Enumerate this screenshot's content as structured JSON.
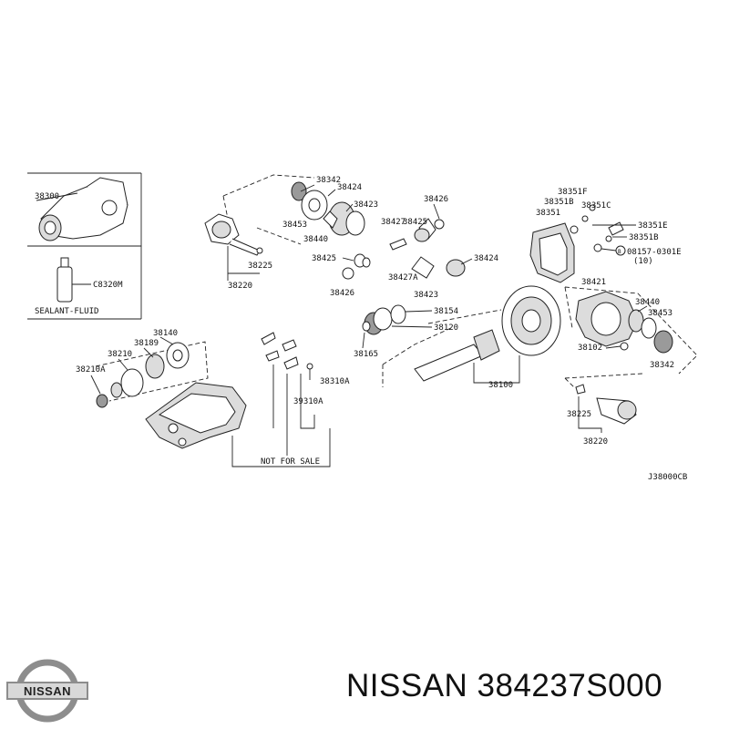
{
  "labels": {
    "p38300": "38300",
    "c8320m": "C8320M",
    "sealant": "SEALANT-FLUID",
    "p38342_top": "38342",
    "p38424_top": "38424",
    "p38423_top": "38423",
    "p38453_top": "38453",
    "p38440_top": "38440",
    "p38426_top": "38426",
    "p38427": "38427",
    "p38425_top": "38425",
    "p38225_left": "38225",
    "p38220_left": "38220",
    "p38425_mid": "38425",
    "p38426_mid": "38426",
    "p38427a": "38427A",
    "p38424_mid": "38424",
    "p38423_mid": "38423",
    "p38351f": "38351F",
    "p38351b_1": "38351B",
    "p38351": "38351",
    "p38351c": "38351C",
    "p38351e": "38351E",
    "p38351b_2": "38351B",
    "bolt_code": "08157-0301E",
    "bolt_qty": "(10)",
    "p38421": "38421",
    "p38440_right": "38440",
    "p38453_right": "38453",
    "p38102": "38102",
    "p38342_right": "38342",
    "p38154": "38154",
    "p38120": "38120",
    "p38165": "38165",
    "p38140": "38140",
    "p38189": "38189",
    "p38210": "38210",
    "p38210a": "38210A",
    "p38310a_1": "38310A",
    "p38310a_2": "39310A",
    "p38100": "38100",
    "p38225_right": "38225",
    "p38220_right": "38220",
    "not_for_sale": "NOT FOR SALE",
    "diagram_code": "J38000CB"
  },
  "footer": {
    "logo_text": "NISSAN",
    "part_title": "NISSAN 384237S000"
  }
}
